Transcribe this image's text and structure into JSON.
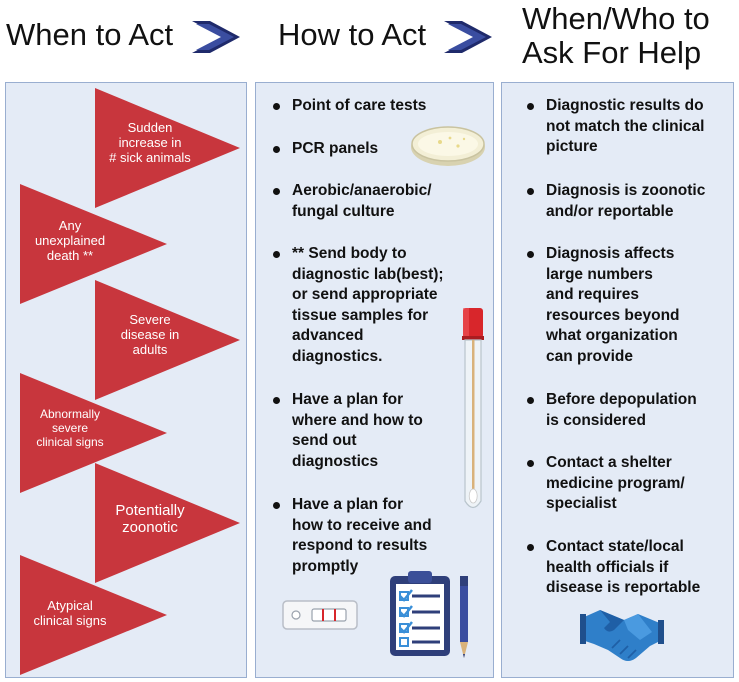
{
  "headers": {
    "when": "When to Act",
    "how": "How to Act",
    "who": "When/Who to\nAsk  For Help"
  },
  "colors": {
    "triangle": "#c8363d",
    "panel_bg": "#e4ebf6",
    "panel_border": "#99aed0",
    "chevron": "#1f2a6b"
  },
  "icons": [
    "chevron-right-icon",
    "petri-dish-icon",
    "test-tube-swab-icon",
    "rapid-test-cassette-icon",
    "clipboard-checklist-icon",
    "pen-icon",
    "handshake-icon"
  ],
  "triggers": [
    "Sudden\nincrease in\n# sick animals",
    "Any\nunexplained\ndeath **",
    "Severe\ndisease in\nadults",
    "Abnormally\nsevere\nclinical signs",
    "Potentially\nzoonotic",
    "Atypical\nclinical signs"
  ],
  "actions": [
    "Point of care tests",
    "PCR panels",
    "Aerobic/anaerobic/\nfungal culture",
    "** Send body to\ndiagnostic lab(best);\nor send appropriate\ntissue samples for\nadvanced\ndiagnostics.",
    "Have a plan for\nwhere and how to\nsend out\n diagnostics",
    "Have a plan for\nhow to receive and\nrespond to results\npromptly"
  ],
  "help": [
    "Diagnostic results do\nnot match the clinical\npicture",
    "Diagnosis is zoonotic\nand/or reportable",
    "Diagnosis affects\nlarge numbers\nand requires\nresources beyond\nwhat organization\ncan provide",
    "Before depopulation\nis considered",
    "Contact a shelter\nmedicine program/\nspecialist",
    "Contact state/local\nhealth officials if\ndisease is reportable"
  ]
}
